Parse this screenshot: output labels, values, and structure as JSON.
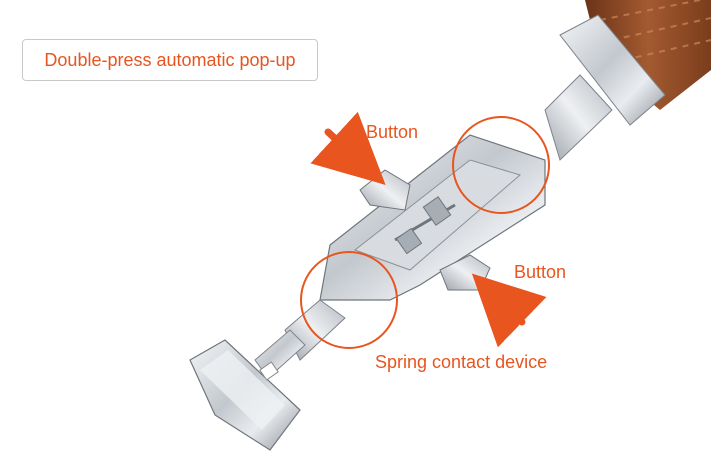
{
  "caption": "Double-press automatic pop-up",
  "labels": {
    "button_top": "Button",
    "button_right": "Button",
    "spring": "Spring contact device"
  },
  "colors": {
    "accent": "#e8551f",
    "strap_leather": "#8a4a26",
    "steel": "#c8ccd2",
    "steel_dark": "#7d838b",
    "steel_light": "#f2f4f6"
  }
}
